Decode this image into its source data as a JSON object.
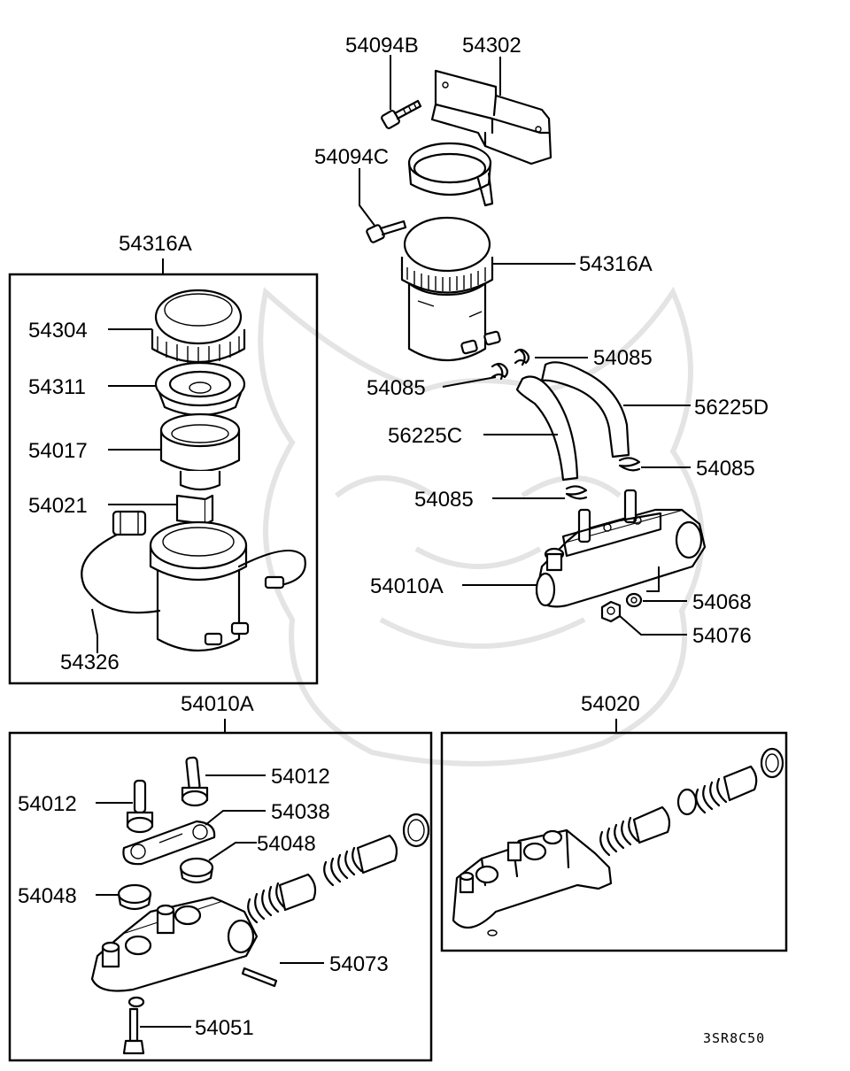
{
  "diagram": {
    "drawing_code": "3SR8C50",
    "top_callouts": [
      {
        "id": "c1",
        "text": "54094B"
      },
      {
        "id": "c2",
        "text": "54302"
      },
      {
        "id": "c3",
        "text": "54094C"
      },
      {
        "id": "c4",
        "text": "54316A"
      },
      {
        "id": "c5",
        "text": "54085"
      },
      {
        "id": "c6",
        "text": "54085"
      },
      {
        "id": "c7",
        "text": "56225D"
      },
      {
        "id": "c8",
        "text": "56225C"
      },
      {
        "id": "c9",
        "text": "54085"
      },
      {
        "id": "c10",
        "text": "54085"
      },
      {
        "id": "c11",
        "text": "54010A"
      },
      {
        "id": "c12",
        "text": "54068"
      },
      {
        "id": "c13",
        "text": "54076"
      }
    ],
    "boxes": {
      "reservoir_box": {
        "title": "54316A",
        "callouts": [
          {
            "id": "r1",
            "text": "54304"
          },
          {
            "id": "r2",
            "text": "54311"
          },
          {
            "id": "r3",
            "text": "54017"
          },
          {
            "id": "r4",
            "text": "54021"
          },
          {
            "id": "r5",
            "text": "54326"
          }
        ]
      },
      "master_cylinder_box": {
        "title": "54010A",
        "callouts": [
          {
            "id": "m1",
            "text": "54012"
          },
          {
            "id": "m2",
            "text": "54012"
          },
          {
            "id": "m3",
            "text": "54038"
          },
          {
            "id": "m4",
            "text": "54048"
          },
          {
            "id": "m5",
            "text": "54048"
          },
          {
            "id": "m6",
            "text": "54073"
          },
          {
            "id": "m7",
            "text": "54051"
          }
        ]
      },
      "kit_box": {
        "title": "54020"
      }
    }
  }
}
